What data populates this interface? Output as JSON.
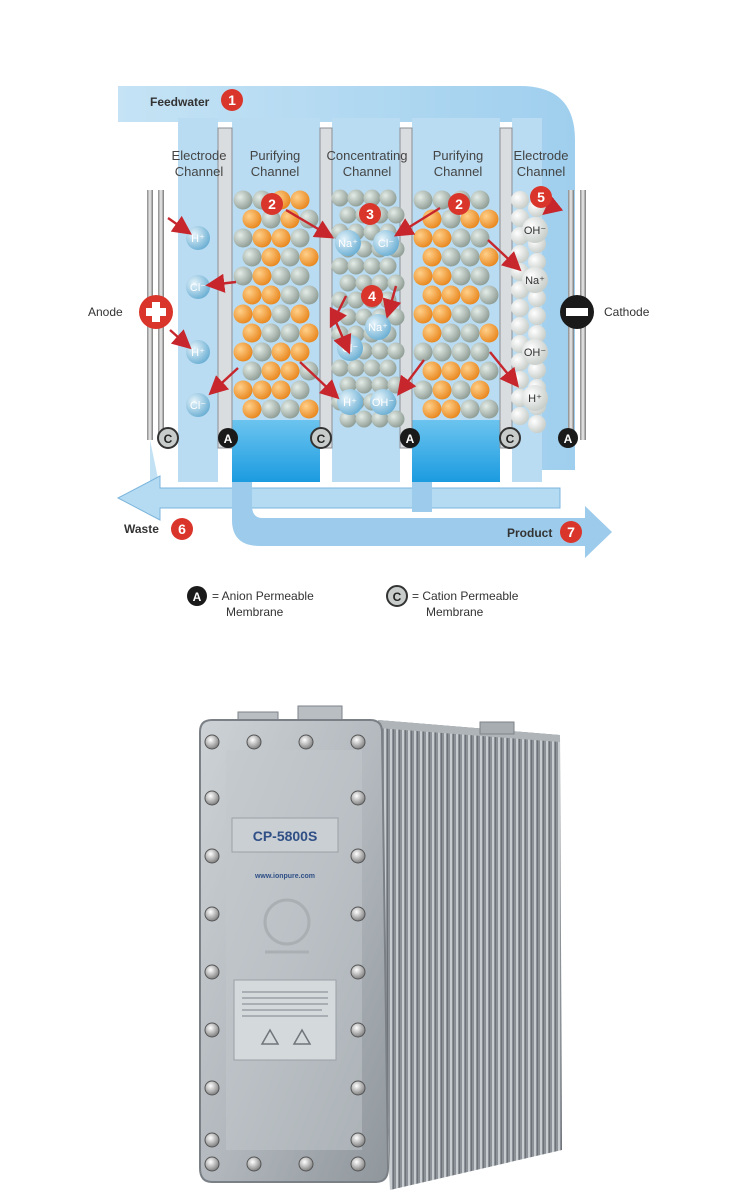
{
  "labels": {
    "feedwater": "Feedwater",
    "waste": "Waste",
    "product": "Product",
    "anode": "Anode",
    "cathode": "Cathode"
  },
  "step_numbers": {
    "feedwater": "1",
    "purify_left": "2",
    "purify_right": "2",
    "concentrate_top": "3",
    "concentrate_mid": "4",
    "electrode_right": "5",
    "waste": "6",
    "product": "7"
  },
  "channels": [
    {
      "line1": "Electrode",
      "line2": "Channel"
    },
    {
      "line1": "Purifying",
      "line2": "Channel"
    },
    {
      "line1": "Concentrating",
      "line2": "Channel"
    },
    {
      "line1": "Purifying",
      "line2": "Channel"
    },
    {
      "line1": "Electrode",
      "line2": "Channel"
    }
  ],
  "membrane_markers": [
    "C",
    "A",
    "C",
    "A",
    "C",
    "A"
  ],
  "left_electrode_ions": [
    "H⁺",
    "Cl⁻",
    "H⁺",
    "Cl⁻"
  ],
  "right_electrode_ions": [
    "OH⁻",
    "Na⁺",
    "OH⁻",
    "H⁺"
  ],
  "concentrate_ions": [
    "Na⁺",
    "Cl⁻",
    "Na⁺",
    "Cl⁻",
    "H⁺",
    "OH⁻"
  ],
  "legend": {
    "anion_letter": "A",
    "anion_line1": "= Anion Permeable",
    "anion_line2": "Membrane",
    "cation_letter": "C",
    "cation_line1": "= Cation Permeable",
    "cation_line2": "Membrane"
  },
  "module": {
    "model": "CP-5800S",
    "website": "www.ionpure.com"
  },
  "colors": {
    "flow_blue": "#a9d3ee",
    "water_blue": "#29a8e0",
    "badge_red": "#d9352b",
    "resin_orange": "#f39a2e",
    "resin_gray": "#a8b5ad",
    "ion_blue": "#8cc3df"
  }
}
